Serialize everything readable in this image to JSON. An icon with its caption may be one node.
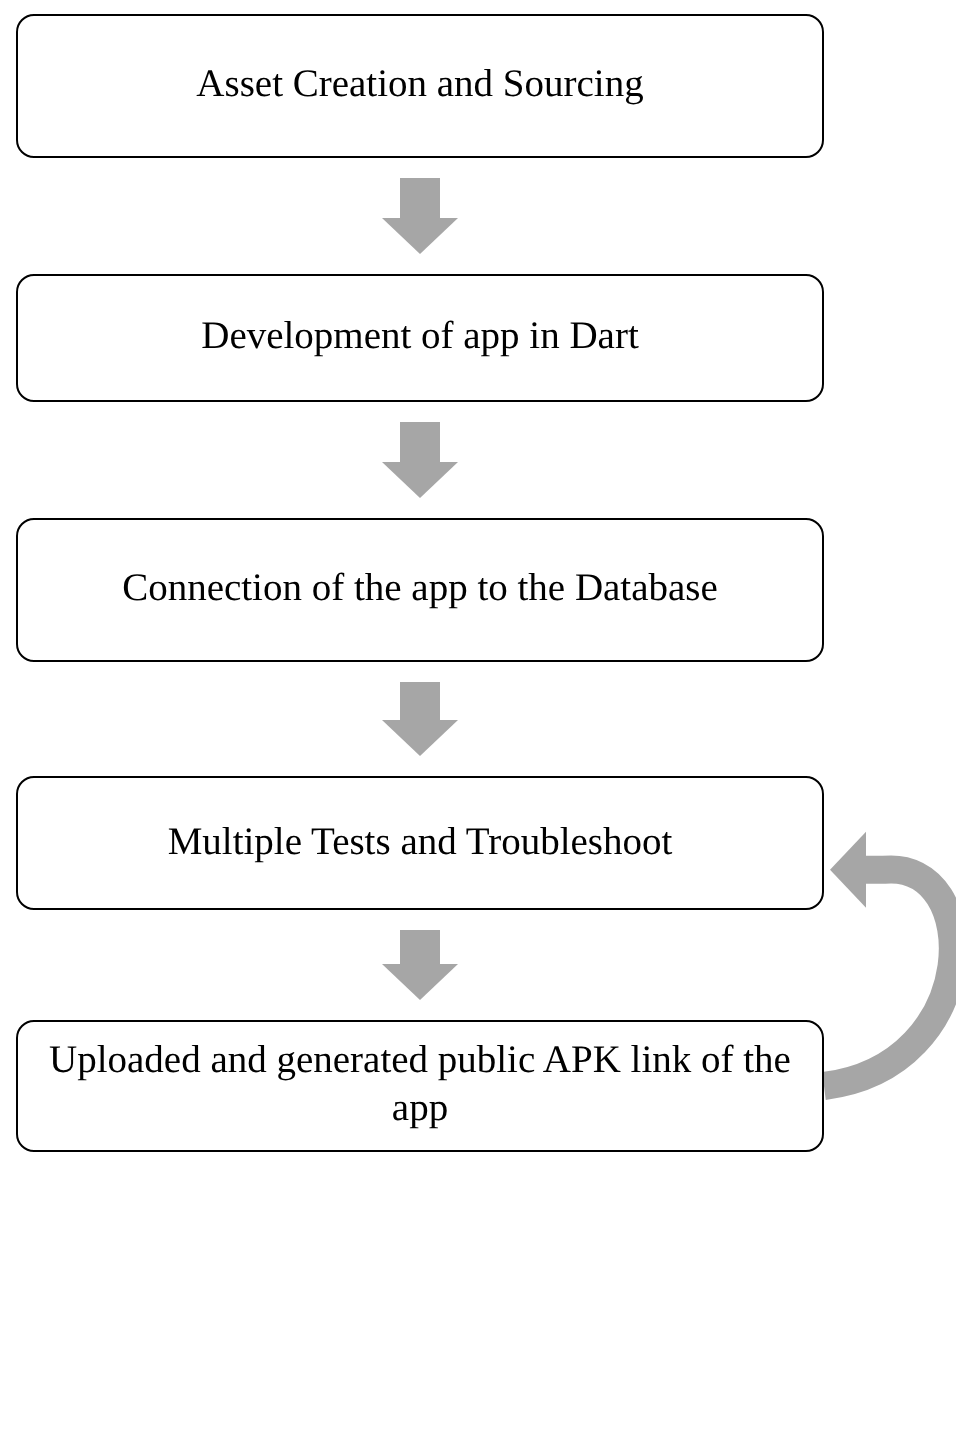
{
  "diagram": {
    "nodes": [
      {
        "text": [
          "Asset Creation and Sourcing"
        ]
      },
      {
        "text": [
          "Development of app in Dart"
        ]
      },
      {
        "text": [
          "Connection of the app to the Database"
        ]
      },
      {
        "text": [
          "Multiple Tests and Troubleshoot"
        ]
      },
      {
        "text": [
          "Uploaded and generated public APK link of the app"
        ]
      }
    ],
    "edges": [
      {
        "from": 0,
        "to": 1,
        "arrow": "to"
      },
      {
        "from": 1,
        "to": 2,
        "arrow": "to"
      },
      {
        "from": 2,
        "to": 3,
        "arrow": "to"
      },
      {
        "from": 3,
        "to": 4,
        "arrow": "to"
      },
      {
        "from": 4,
        "to": 3,
        "arrow": "to"
      }
    ]
  }
}
